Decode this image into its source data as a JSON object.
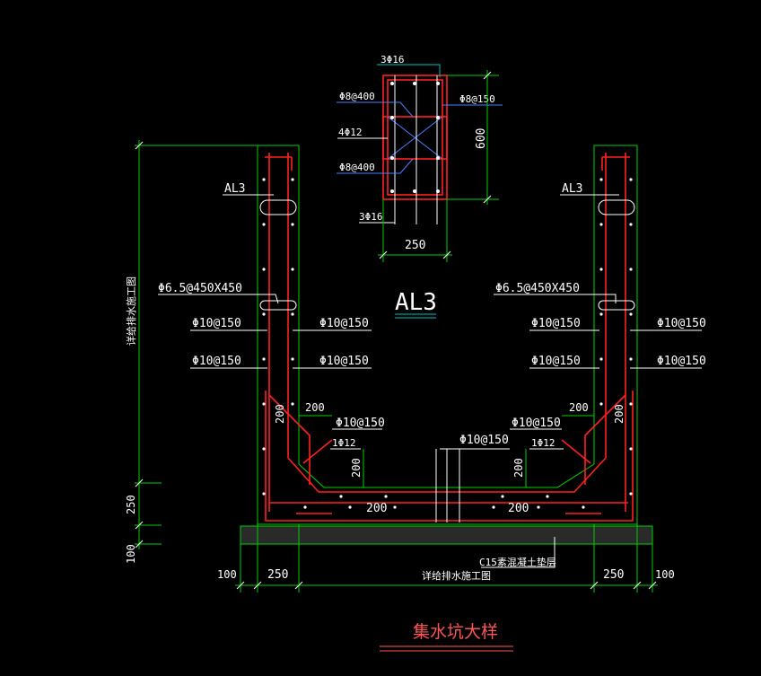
{
  "drawing": {
    "title": "集水坑大样",
    "section_label": "AL3",
    "section": {
      "top_bar": "3Φ16",
      "bottom_bar": "3Φ16",
      "stirrup_top": "Φ8@400",
      "stirrup_bottom": "Φ8@400",
      "side_stirrup": "Φ8@150",
      "middle_bar": "4Φ12",
      "height": "600",
      "width": "250"
    },
    "left_wall": {
      "beam_label": "AL3",
      "tie": "Φ6.5@450X450",
      "outer_bar_1": "Φ10@150",
      "inner_bar_1": "Φ10@150",
      "outer_bar_2": "Φ10@150",
      "inner_bar_2": "Φ10@150",
      "corner_dim": "200",
      "haunch_dim_h": "200",
      "haunch_bar": "Φ10@150",
      "haunch_bar_2": "1Φ12",
      "haunch_dim_v": "200",
      "bottom_dim": "200"
    },
    "right_wall": {
      "beam_label": "AL3",
      "tie": "Φ6.5@450X450",
      "inner_bar_1": "Φ10@150",
      "outer_bar_1": "Φ10@150",
      "inner_bar_2": "Φ10@150",
      "outer_bar_2": "Φ10@150",
      "corner_dim": "200",
      "haunch_dim_h": "200",
      "haunch_bar": "Φ10@150",
      "haunch_bar_2": "1Φ12",
      "haunch_dim_v": "200",
      "bottom_dim": "200"
    },
    "center_bar": "Φ10@150",
    "bedding_label": "C15素混凝土垫层",
    "bottom_note": "详给排水施工图",
    "side_note": "详给排水施工图",
    "dims": {
      "left_vert_250": "250",
      "left_vert_100": "100",
      "bottom_left_100": "100",
      "bottom_left_250": "250",
      "bottom_right_250": "250",
      "bottom_right_100": "100"
    },
    "colors": {
      "rebar": "#ff2020",
      "outline": "#00d000",
      "text": "#ffffff",
      "leader_blue": "#4a80ff",
      "title": "#ff5555"
    }
  }
}
